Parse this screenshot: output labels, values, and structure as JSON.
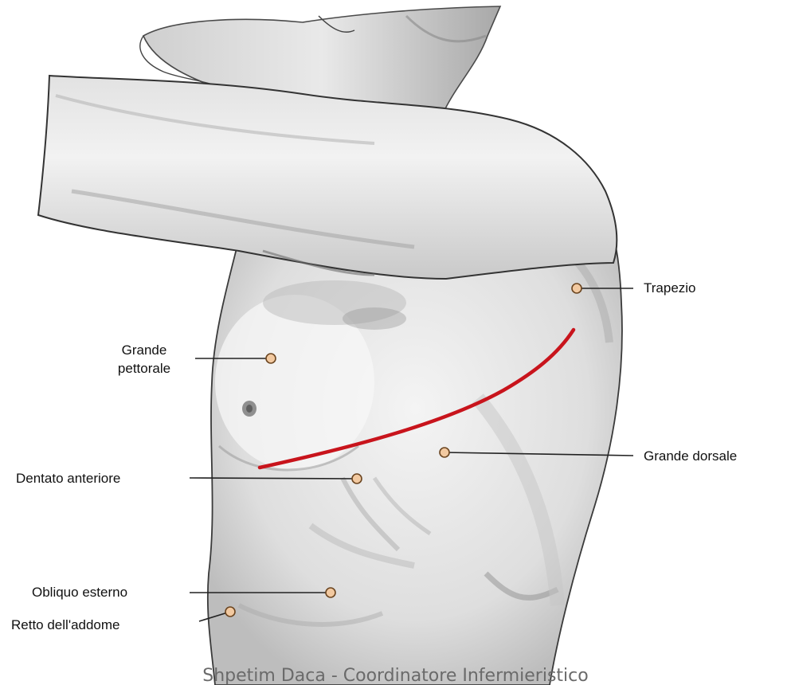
{
  "labels": {
    "trapezio": "Trapezio",
    "grande_pettorale_line1": "Grande",
    "grande_pettorale_line2": "pettorale",
    "grande_dorsale": "Grande dorsale",
    "dentato_anteriore": "Dentato anteriore",
    "obliquo_esterno": "Obliquo esterno",
    "retto_addome": "Retto dell'addome"
  },
  "footer": {
    "text": "Shpetim Daca - Coordinatore Infermieristico"
  },
  "colors": {
    "incision_line": "#c8141c",
    "marker_fill": "#f2c9a0",
    "marker_stroke": "#6b4520",
    "leader_line": "#222222",
    "skin_light": "#f1f1f1",
    "skin_shadow": "#bdbdbd",
    "outline": "#3a3a3a"
  }
}
